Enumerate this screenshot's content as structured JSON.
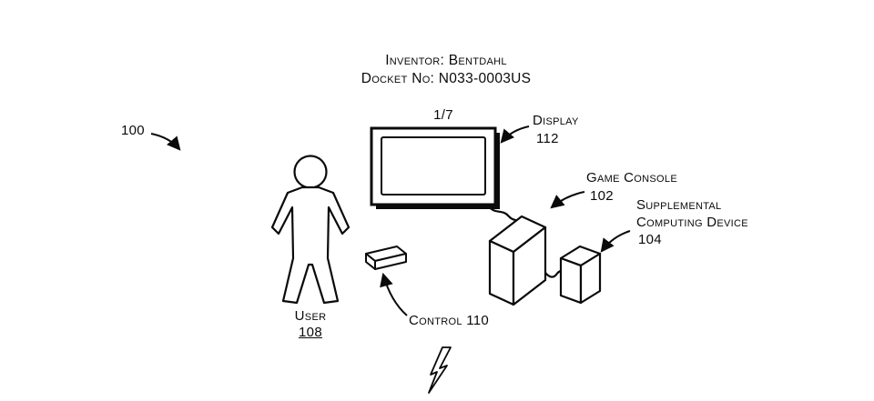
{
  "header": {
    "inventor": "Inventor: Bentdahl",
    "docket": "Docket No: N033-0003US"
  },
  "labels": {
    "fig_ref": "100",
    "sheet": "1/7",
    "display_label": "Display",
    "display_num": "112",
    "console_label": "Game Console",
    "console_num": "102",
    "supp_line1": "Supplemental",
    "supp_line2": "Computing Device",
    "supp_num": "104",
    "user_label": "User",
    "user_num": "108",
    "control_label": "Control 110"
  },
  "colors": {
    "ink": "#0a0a0a",
    "paper": "#ffffff"
  }
}
